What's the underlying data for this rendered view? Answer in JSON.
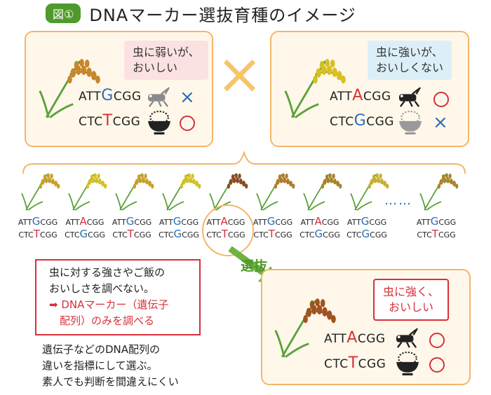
{
  "title": {
    "badge": "図①",
    "text": "DNAマーカー選抜育種のイメージ"
  },
  "parent_left": {
    "note": [
      "虫に弱いが、",
      "おいしい"
    ],
    "seq1": {
      "pre": "ATT",
      "key": "G",
      "post": "CGG"
    },
    "seq2": {
      "pre": "CTC",
      "key": "T",
      "post": "CGG"
    },
    "mark1": "×",
    "mark2": "○"
  },
  "parent_right": {
    "note": [
      "虫に強いが、",
      "おいしくない"
    ],
    "seq1": {
      "pre": "ATT",
      "key": "A",
      "post": "CGG"
    },
    "seq2": {
      "pre": "CTC",
      "key": "G",
      "post": "CGG"
    },
    "mark1": "○",
    "mark2": "×"
  },
  "cross_mark": "×",
  "offspring": [
    {
      "s1": [
        "ATT",
        "G",
        "CGG"
      ],
      "s2": [
        "CTC",
        "T",
        "CGG"
      ],
      "c1": "blu",
      "c2": "rd"
    },
    {
      "s1": [
        "ATT",
        "A",
        "CGG"
      ],
      "s2": [
        "CTC",
        "G",
        "CGG"
      ],
      "c1": "rd",
      "c2": "blu"
    },
    {
      "s1": [
        "ATT",
        "G",
        "CGG"
      ],
      "s2": [
        "CTC",
        "T",
        "CGG"
      ],
      "c1": "blu",
      "c2": "rd"
    },
    {
      "s1": [
        "ATT",
        "G",
        "CGG"
      ],
      "s2": [
        "CTC",
        "G",
        "CGG"
      ],
      "c1": "blu",
      "c2": "blu"
    },
    {
      "s1": [
        "ATT",
        "A",
        "CGG"
      ],
      "s2": [
        "CTC",
        "T",
        "CGG"
      ],
      "c1": "rd",
      "c2": "rd"
    },
    {
      "s1": [
        "ATT",
        "G",
        "CGG"
      ],
      "s2": [
        "CTC",
        "T",
        "CGG"
      ],
      "c1": "blu",
      "c2": "rd"
    },
    {
      "s1": [
        "ATT",
        "A",
        "CGG"
      ],
      "s2": [
        "CTC",
        "G",
        "CGG"
      ],
      "c1": "rd",
      "c2": "blu"
    },
    {
      "s1": [
        "ATT",
        "G",
        "CGG"
      ],
      "s2": [
        "CTC",
        "G",
        "CGG"
      ],
      "c1": "blu",
      "c2": "blu"
    },
    {
      "s1": [
        "ATT",
        "G",
        "CGG"
      ],
      "s2": [
        "CTC",
        "T",
        "CGG"
      ],
      "c1": "blu",
      "c2": "rd"
    }
  ],
  "ellipsis": "……",
  "selection_label": "選抜",
  "selected": {
    "note": [
      "虫に強く、",
      "おいしい"
    ],
    "seq1": {
      "pre": "ATT",
      "key": "A",
      "post": "CGG"
    },
    "seq2": {
      "pre": "CTC",
      "key": "T",
      "post": "CGG"
    },
    "mark1": "○",
    "mark2": "○"
  },
  "redbox": {
    "lines": [
      "虫に対する強さやご飯の",
      "おいしさを調べない。"
    ],
    "arrow_lines": [
      "➡ DNAマーカー（遺伝子",
      "　配列）のみを調べる"
    ]
  },
  "bottom_text": [
    "遺伝子などのDNA配列の",
    "違いを指標にして選ぶ。",
    "素人でも判断を間違えにくい"
  ],
  "colors": {
    "orange": "#f4b56a",
    "green": "#4f9a2b",
    "red": "#d7303a",
    "blue": "#2a6db6",
    "box_fill": "#fff8ea"
  },
  "icons": [
    "rice-plant-icon",
    "grasshopper-icon",
    "rice-bowl-icon",
    "arrow-icon"
  ]
}
